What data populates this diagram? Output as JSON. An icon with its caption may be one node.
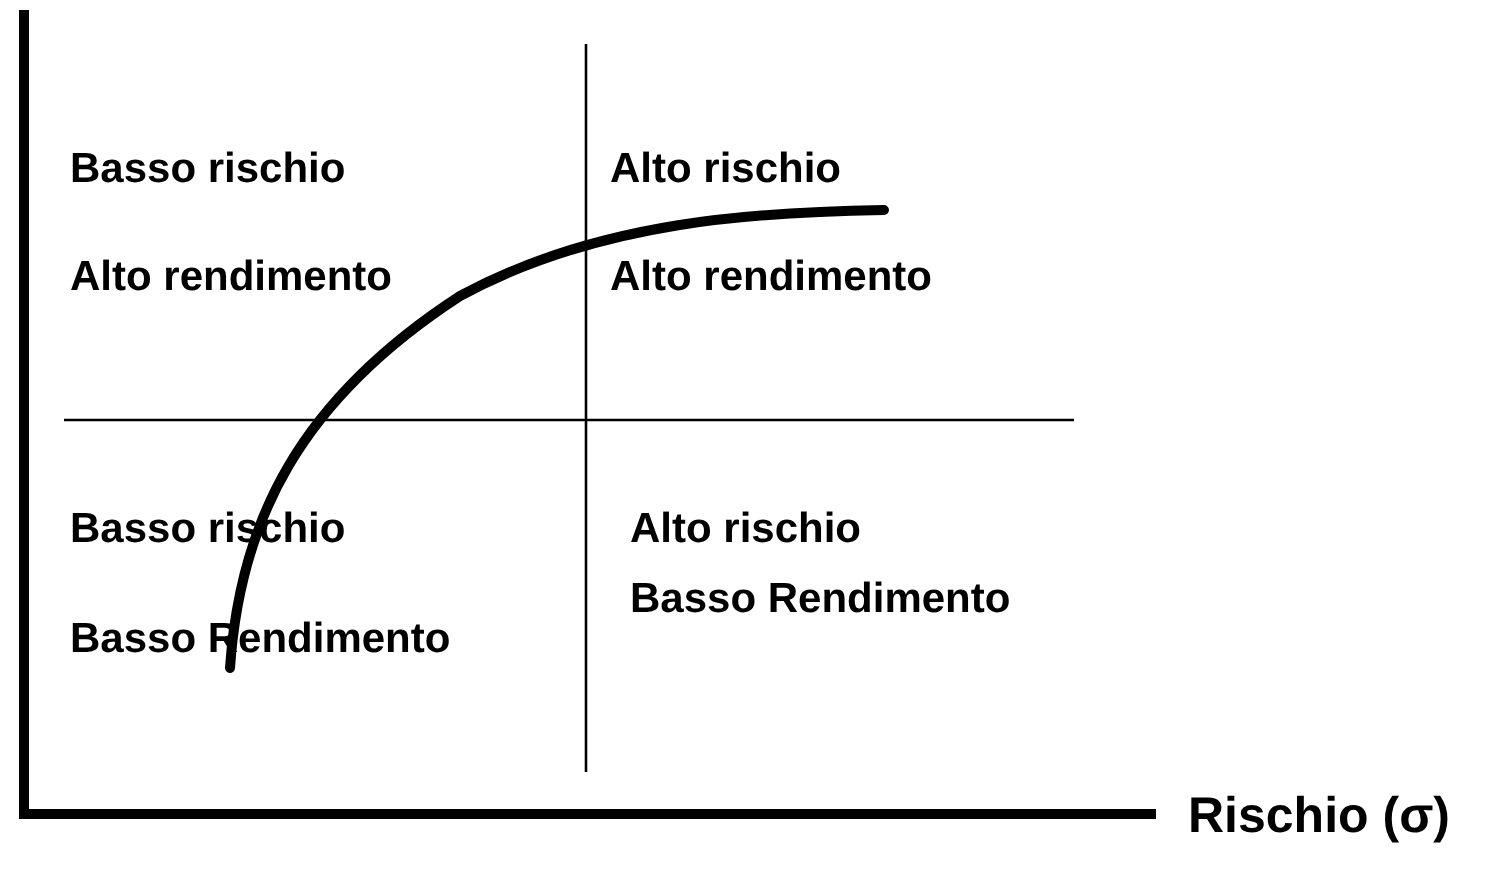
{
  "diagram": {
    "labels": [
      "Basso rischio",
      "Alto rischio",
      "Alto rendimento",
      "Alto rendimento",
      "Basso rischio",
      "Alto rischio",
      "Basso Rendimento",
      "Basso Rendimento",
      "Rischio (σ)"
    ]
  }
}
